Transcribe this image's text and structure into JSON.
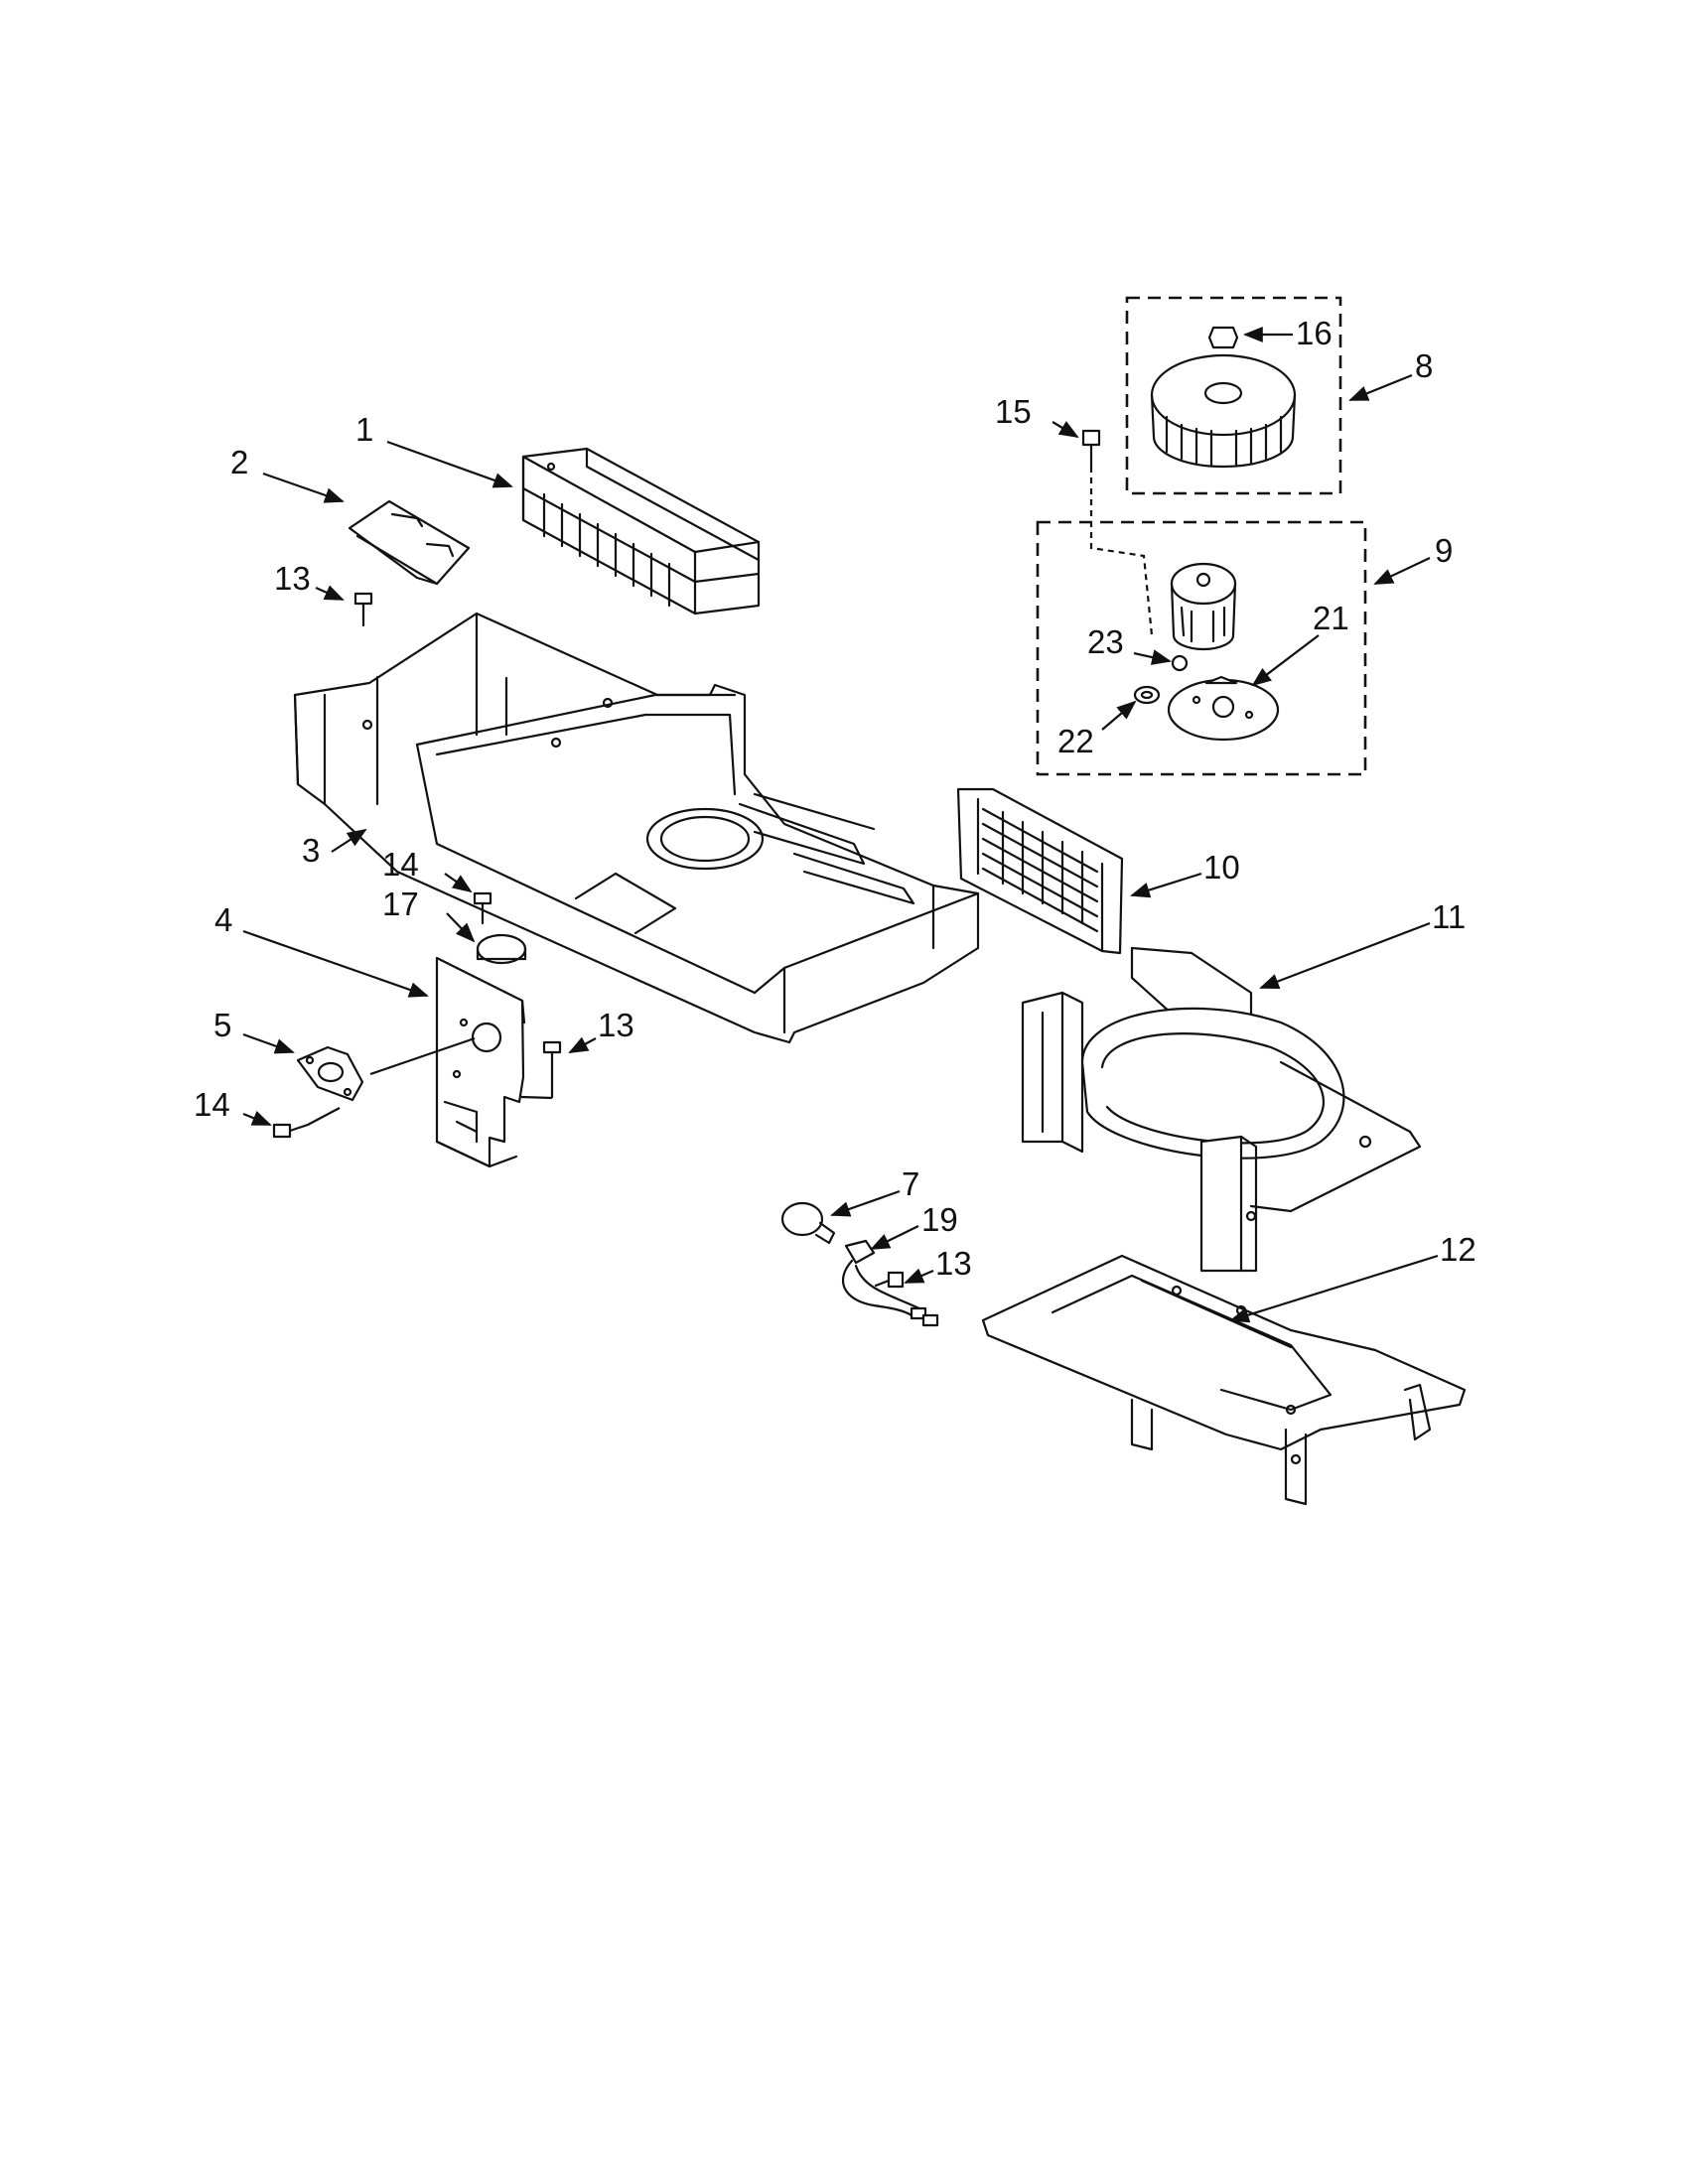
{
  "callouts": [
    {
      "id": "c1",
      "label": "1"
    },
    {
      "id": "c2",
      "label": "2"
    },
    {
      "id": "c3",
      "label": "3"
    },
    {
      "id": "c4",
      "label": "4"
    },
    {
      "id": "c5",
      "label": "5"
    },
    {
      "id": "c7",
      "label": "7"
    },
    {
      "id": "c8",
      "label": "8"
    },
    {
      "id": "c9",
      "label": "9"
    },
    {
      "id": "c10",
      "label": "10"
    },
    {
      "id": "c11",
      "label": "11"
    },
    {
      "id": "c12",
      "label": "12"
    },
    {
      "id": "c13a",
      "label": "13"
    },
    {
      "id": "c13b",
      "label": "13"
    },
    {
      "id": "c13c",
      "label": "13"
    },
    {
      "id": "c14a",
      "label": "14"
    },
    {
      "id": "c14b",
      "label": "14"
    },
    {
      "id": "c15",
      "label": "15"
    },
    {
      "id": "c16",
      "label": "16"
    },
    {
      "id": "c17",
      "label": "17"
    },
    {
      "id": "c19",
      "label": "19"
    },
    {
      "id": "c21",
      "label": "21"
    },
    {
      "id": "c22",
      "label": "22"
    },
    {
      "id": "c23",
      "label": "23"
    }
  ]
}
